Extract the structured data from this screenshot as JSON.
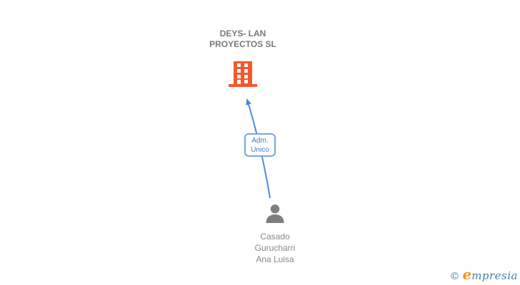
{
  "diagram": {
    "company": {
      "name": "DEYS- LAN PROYECTOS SL"
    },
    "relationship": {
      "label": "Adm. Unico"
    },
    "person": {
      "name": "Casado Gurucharri Ana Luisa"
    }
  },
  "branding": {
    "copyright_symbol": "©",
    "logo_initial": "e",
    "logo_rest": "mpresia"
  },
  "colors": {
    "building_icon": "#f4582c",
    "link_line": "#4a8bd5",
    "label_border": "#76a7e0",
    "label_text": "#3f7cc9",
    "company_text": "#777777",
    "person_text": "#888888",
    "person_icon": "#7e7e7e",
    "logo_teal": "#44809f",
    "logo_orange": "#f7941d"
  }
}
